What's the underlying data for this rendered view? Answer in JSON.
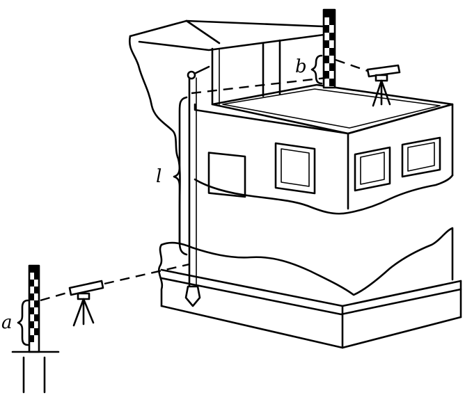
{
  "labels": {
    "a": "a",
    "b": "b",
    "l": "l"
  },
  "colors": {
    "ink": "#000000",
    "paper": "#ffffff"
  }
}
